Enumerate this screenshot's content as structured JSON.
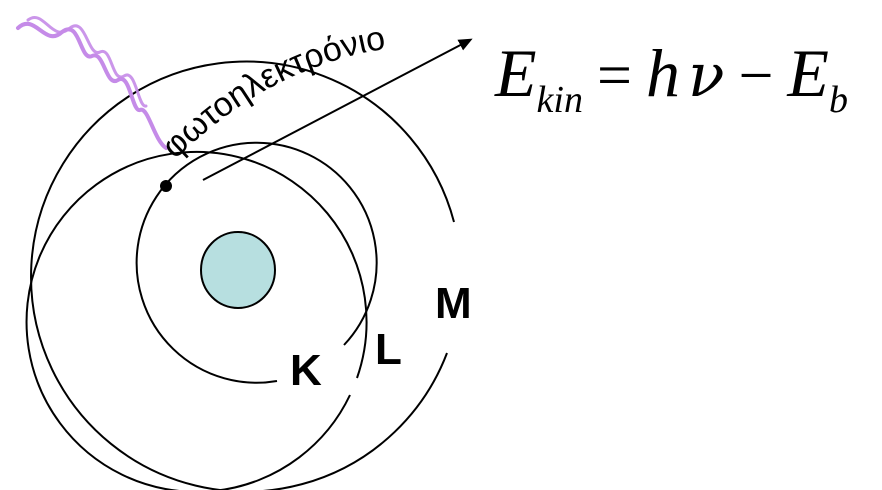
{
  "photoelectron_label": "φωτοηλεκτρόνιο",
  "shells": [
    {
      "name": "K"
    },
    {
      "name": "L"
    },
    {
      "name": "M"
    }
  ],
  "equation": {
    "E": "E",
    "kin_sub": "kin",
    "equals": "=",
    "h": "h",
    "nu": "ν",
    "minus": "−",
    "E2": "E",
    "b_sub": "b"
  },
  "colors": {
    "nucleus_fill": "#b7dfe0",
    "photon_wave": "#c58be8",
    "orbit_stroke": "#000000"
  }
}
